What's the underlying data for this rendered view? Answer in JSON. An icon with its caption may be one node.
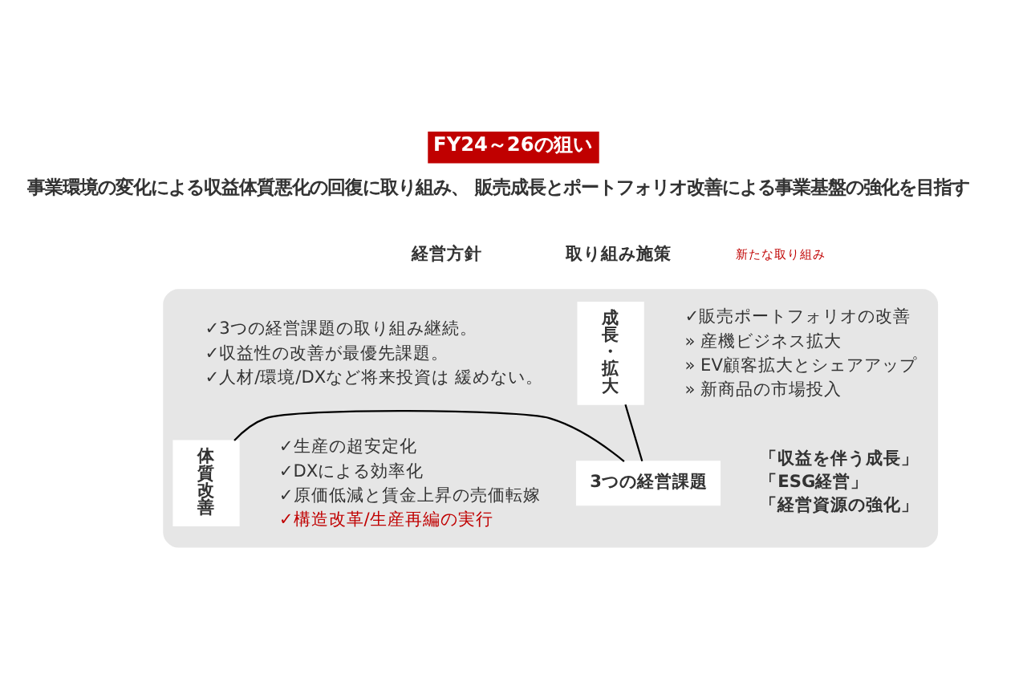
{
  "diagram": {
    "title": "FY24～26の狙い",
    "nodes": [
      {
        "text": [],
        "shape": "box"
      },
      {
        "text": [
          "✓3つの経営課題の取り組み継続。",
          "✓収益性の改善が最優先課題。",
          "✓人材/環境/DXなど将来投資は 緩めない。"
        ],
        "in": 0
      },
      {
        "text": [
          "3つの経営課題"
        ],
        "beside": [
          "「収益を伴う成長」",
          "「ESG経営」",
          "「経営資源の強化」"
        ],
        "in": 0
      },
      {
        "text": [
          "成長・拡大"
        ],
        "in": 0
      },
      {
        "text": [
          "✓販売ポートフォリオの改善",
          "» 産機ビジネス拡大",
          "» EV顧客拡大とシェアアップ",
          "» 新商品の市場投入"
        ],
        "in": 0
      },
      {
        "text": [
          "体質改善"
        ],
        "in": 0
      },
      {
        "text": [
          "✓生産の超安定化",
          "✓DXによる効率化",
          "✓原価低減と賃金上昇の売価転嫁",
          "✓構造改革/生産再編の実行"
        ],
        "in": 0
      }
    ],
    "edges": [
      {
        "from": 2,
        "to": 3,
        "arrow": "none"
      },
      {
        "from": 2,
        "to": 5,
        "arrow": "none"
      }
    ],
    "labels": [
      "事業環境の変化による収益体質悪化の回復に取り組み、 販売成長とポートフォリオ改善による事業基盤の強化を目指す",
      "経営方針",
      "取り組み施策",
      "新たな取り組み"
    ]
  }
}
